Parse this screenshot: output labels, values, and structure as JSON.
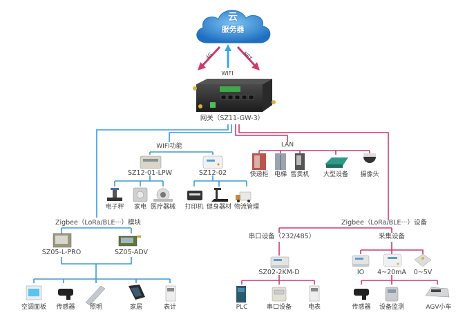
{
  "colors": {
    "blue_line": "#3a9ad9",
    "pink_line": "#d2386e",
    "cloud": "#3a8fd6",
    "arrow_pink": "#d2386e",
    "arrow_blue": "#3aa4e0"
  },
  "cloud": {
    "title": "云",
    "subtitle": "服务器",
    "links": {
      "left": "4G",
      "center": "WIFI",
      "right": "NET"
    }
  },
  "gateway": {
    "label": "网关（SZ11-GW-3）",
    "icon": "gateway-router-icon"
  },
  "wifi_branch": {
    "label": "WIFI功能",
    "modules": [
      {
        "label": "SZ12-01-LPW",
        "icon": "wifi-module-icon",
        "devices": [
          {
            "label": "电子秤",
            "icon": "scale-icon"
          },
          {
            "label": "家电",
            "icon": "appliance-icon"
          },
          {
            "label": "医疗器械",
            "icon": "medical-device-icon"
          }
        ]
      },
      {
        "label": "SZ12-02",
        "icon": "wifi-box-icon",
        "devices": [
          {
            "label": "打印机",
            "icon": "printer-icon"
          },
          {
            "label": "健身器材",
            "icon": "treadmill-icon"
          },
          {
            "label": "物流管理",
            "icon": "truck-icon"
          }
        ]
      }
    ]
  },
  "lan_branch": {
    "label": "LAN",
    "devices": [
      {
        "label": "快递柜",
        "icon": "locker-icon"
      },
      {
        "label": "电梯",
        "icon": "elevator-icon"
      },
      {
        "label": "售卖机",
        "icon": "vending-machine-icon"
      },
      {
        "label": "大型设备",
        "icon": "industrial-machine-icon"
      },
      {
        "label": "摄像头",
        "icon": "camera-icon"
      }
    ]
  },
  "zigbee_module_branch": {
    "label": "Zigbee（LoRa/BLE···）模块",
    "modules": [
      {
        "label": "SZ05-L-PRO",
        "icon": "zigbee-module-icon"
      },
      {
        "label": "SZ05-ADV",
        "icon": "zigbee-antenna-module-icon"
      }
    ],
    "devices": [
      {
        "label": "空调面板",
        "icon": "ac-panel-icon"
      },
      {
        "label": "传感器",
        "icon": "sensor-icon"
      },
      {
        "label": "照明",
        "icon": "lamp-icon"
      },
      {
        "label": "家居",
        "icon": "tablet-icon"
      },
      {
        "label": "表计",
        "icon": "meter-icon"
      }
    ]
  },
  "zigbee_device_branch": {
    "label": "Zigbee（LoRa/BLE···）设备",
    "serial": {
      "label": "串口设备（232/485）",
      "module": {
        "label": "SZ02-2KM-D",
        "icon": "serial-module-icon"
      },
      "devices": [
        {
          "label": "PLC",
          "icon": "plc-icon"
        },
        {
          "label": "串口设备",
          "icon": "serial-device-icon"
        },
        {
          "label": "电表",
          "icon": "electric-meter-icon"
        }
      ]
    },
    "acquisition": {
      "label": "采集设备",
      "modules": [
        {
          "label": "IO",
          "icon": "io-module-icon"
        },
        {
          "label": "4~20mA",
          "icon": "current-module-icon"
        },
        {
          "label": "0~5V",
          "icon": "voltage-module-icon"
        }
      ],
      "devices": [
        {
          "label": "传感器",
          "icon": "sensor-icon"
        },
        {
          "label": "设备监测",
          "icon": "monitor-device-icon"
        },
        {
          "label": "AGV小车",
          "icon": "agv-cart-icon"
        }
      ]
    }
  }
}
